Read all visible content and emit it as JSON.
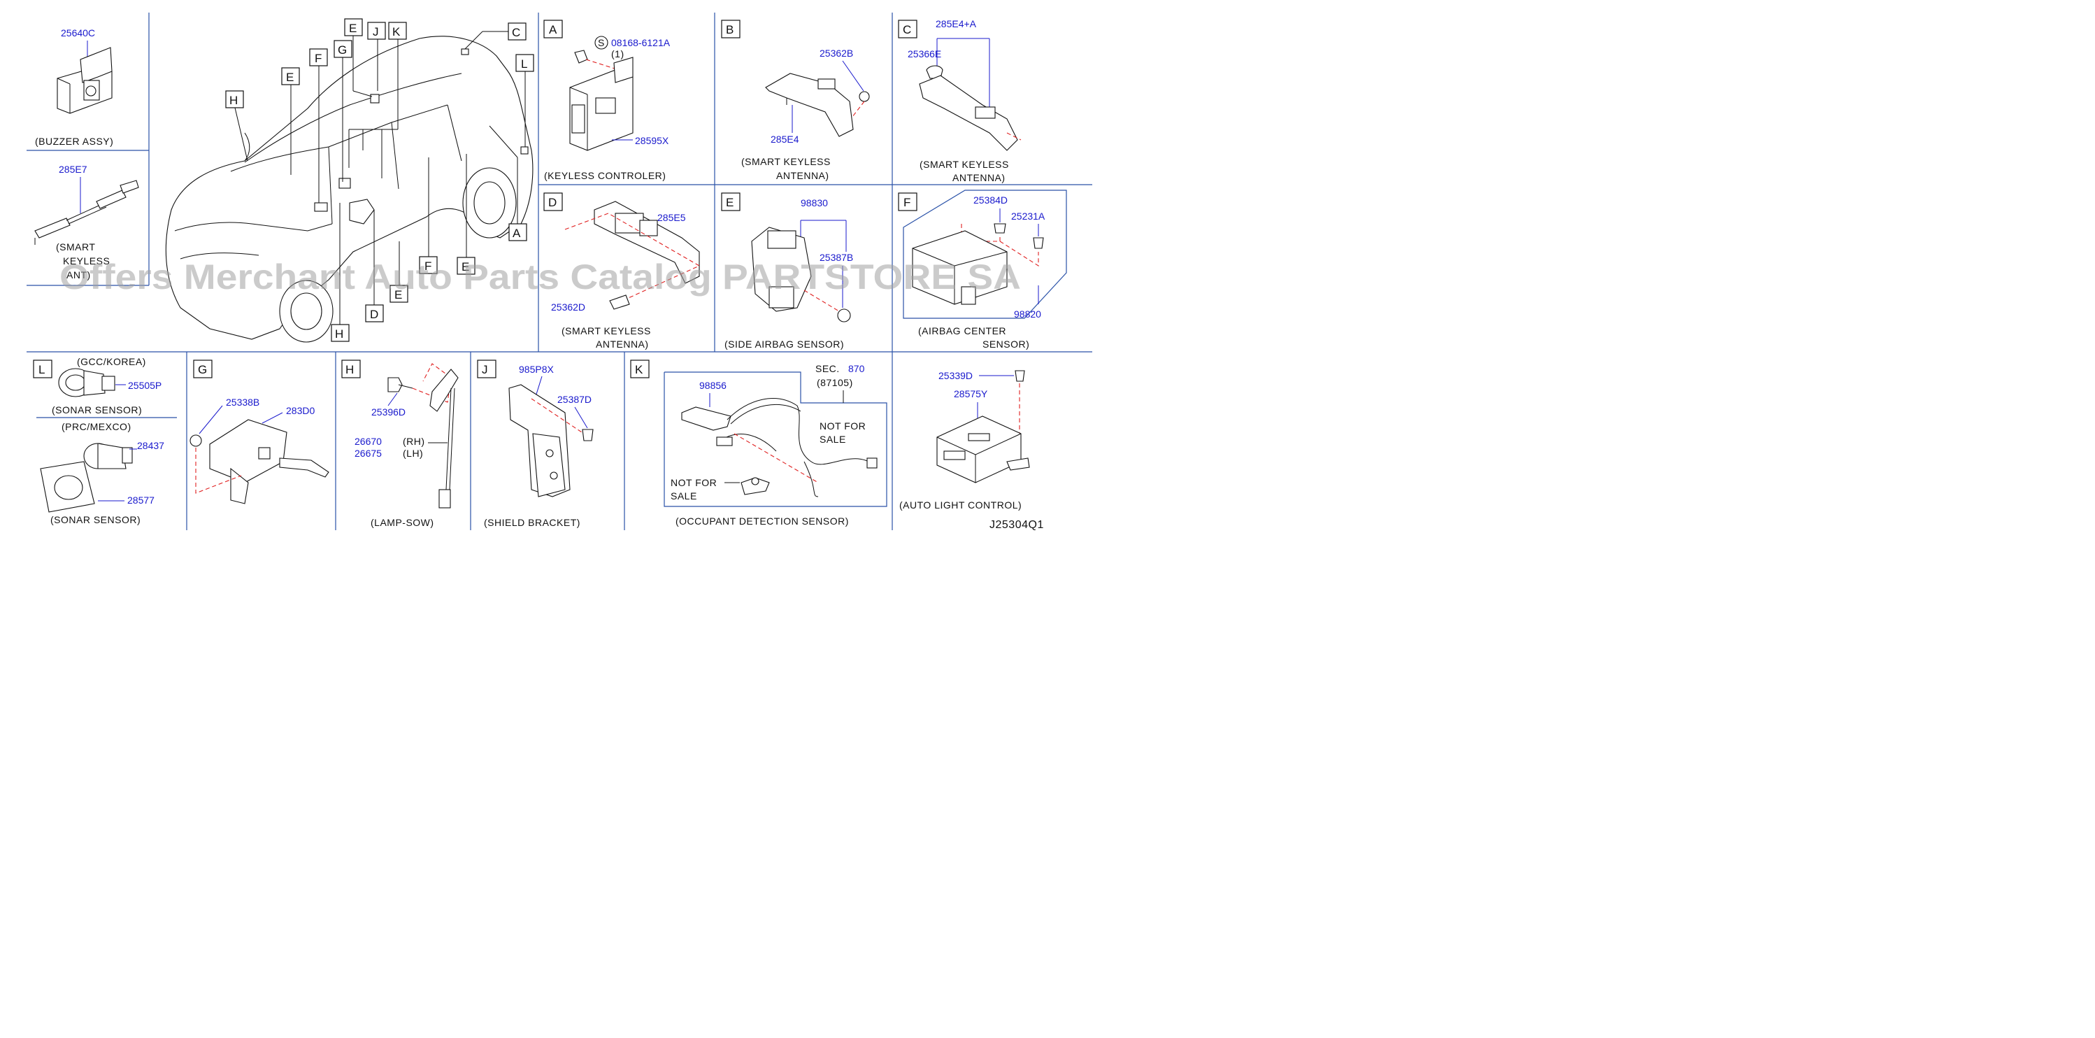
{
  "watermark": "Offers Merchant Auto Parts Catalog PARTSTORE SA",
  "diagram_id": "J25304Q1",
  "panels": {
    "buzzer": {
      "part": "25640C",
      "caption": "(BUZZER   ASSY)"
    },
    "antenna_left": {
      "part": "285E7",
      "caption1": "(SMART",
      "caption2": "KEYLESS",
      "caption3": "ANT)"
    },
    "A": {
      "letter": "A",
      "bolt": "08168-6121A",
      "bolt_qty": "(1)",
      "s_symbol": "S",
      "part": "28595X",
      "caption": "(KEYLESS   CONTROLER)"
    },
    "B": {
      "letter": "B",
      "nut": "25362B",
      "part": "285E4",
      "caption1": "(SMART   KEYLESS",
      "caption2": "ANTENNA)"
    },
    "C": {
      "letter": "C",
      "assy": "285E4+A",
      "clip": "25366E",
      "caption1": "(SMART   KEYLESS",
      "caption2": "ANTENNA)"
    },
    "D": {
      "letter": "D",
      "part": "285E5",
      "screw": "25362D",
      "caption1": "(SMART   KEYLESS",
      "caption2": "ANTENNA)"
    },
    "E": {
      "letter": "E",
      "part": "98830",
      "nut": "25387B",
      "caption": "(SIDE   AIRBAG   SENSOR)"
    },
    "F": {
      "letter": "F",
      "bolt1": "25384D",
      "bolt2": "25231A",
      "part": "98820",
      "caption1": "(AIRBAG   CENTER",
      "caption2": "SENSOR)"
    },
    "L": {
      "letter": "L",
      "region1": "(GCC/KOREA)",
      "part1": "25505P",
      "caption1": "(SONAR   SENSOR)",
      "region2": "(PRC/MEXCO)",
      "part2": "28437",
      "part3": "28577",
      "caption2": "(SONAR   SENSOR)"
    },
    "G": {
      "letter": "G",
      "nut": "25338B",
      "part": "283D0"
    },
    "H": {
      "letter": "H",
      "bolt": "25396D",
      "part_rh": "26670",
      "part_lh": "26675",
      "rh": "(RH)",
      "lh": "(LH)",
      "caption": "(LAMP-SOW)"
    },
    "J": {
      "letter": "J",
      "part": "985P8X",
      "bolt": "25387D",
      "caption": "(SHIELD   BRACKET)"
    },
    "K": {
      "letter": "K",
      "sec_label": "SEC.",
      "sec_num": "870",
      "sec_sub": "(87105)",
      "part": "98856",
      "nfs1a": "NOT   FOR",
      "nfs1b": "SALE",
      "nfs2a": "NOT   FOR",
      "nfs2b": "SALE",
      "caption": "(OCCUPANT   DETECTION   SENSOR)"
    },
    "auto_light": {
      "bolt": "25339D",
      "part": "28575Y",
      "caption": "(AUTO   LIGHT   CONTROL)"
    }
  },
  "car_callouts": [
    "E",
    "J",
    "K",
    "C",
    "G",
    "F",
    "E",
    "L",
    "H",
    "A",
    "F",
    "E",
    "E",
    "D",
    "H"
  ]
}
